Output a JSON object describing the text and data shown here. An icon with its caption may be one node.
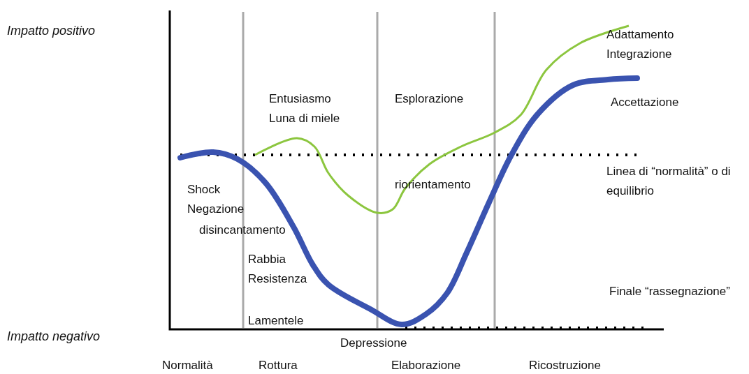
{
  "diagram": {
    "labels": [
      "Impatto positivo",
      "Adattamento",
      "Integrazione",
      "Entusiasmo",
      "Luna di miele",
      "Esplorazione",
      "Accettazione",
      "Linea di “normalità” o di equilibrio",
      "Shock",
      "Negazione",
      "disincantamento",
      "riorientamento",
      "Rabbia",
      "Resistenza",
      "Finale “rassegnazione”",
      "Lamentele",
      "Impatto negativo",
      "Depressione",
      "Normalità",
      "Rottura",
      "Elaborazione",
      "Ricostruzione"
    ]
  }
}
